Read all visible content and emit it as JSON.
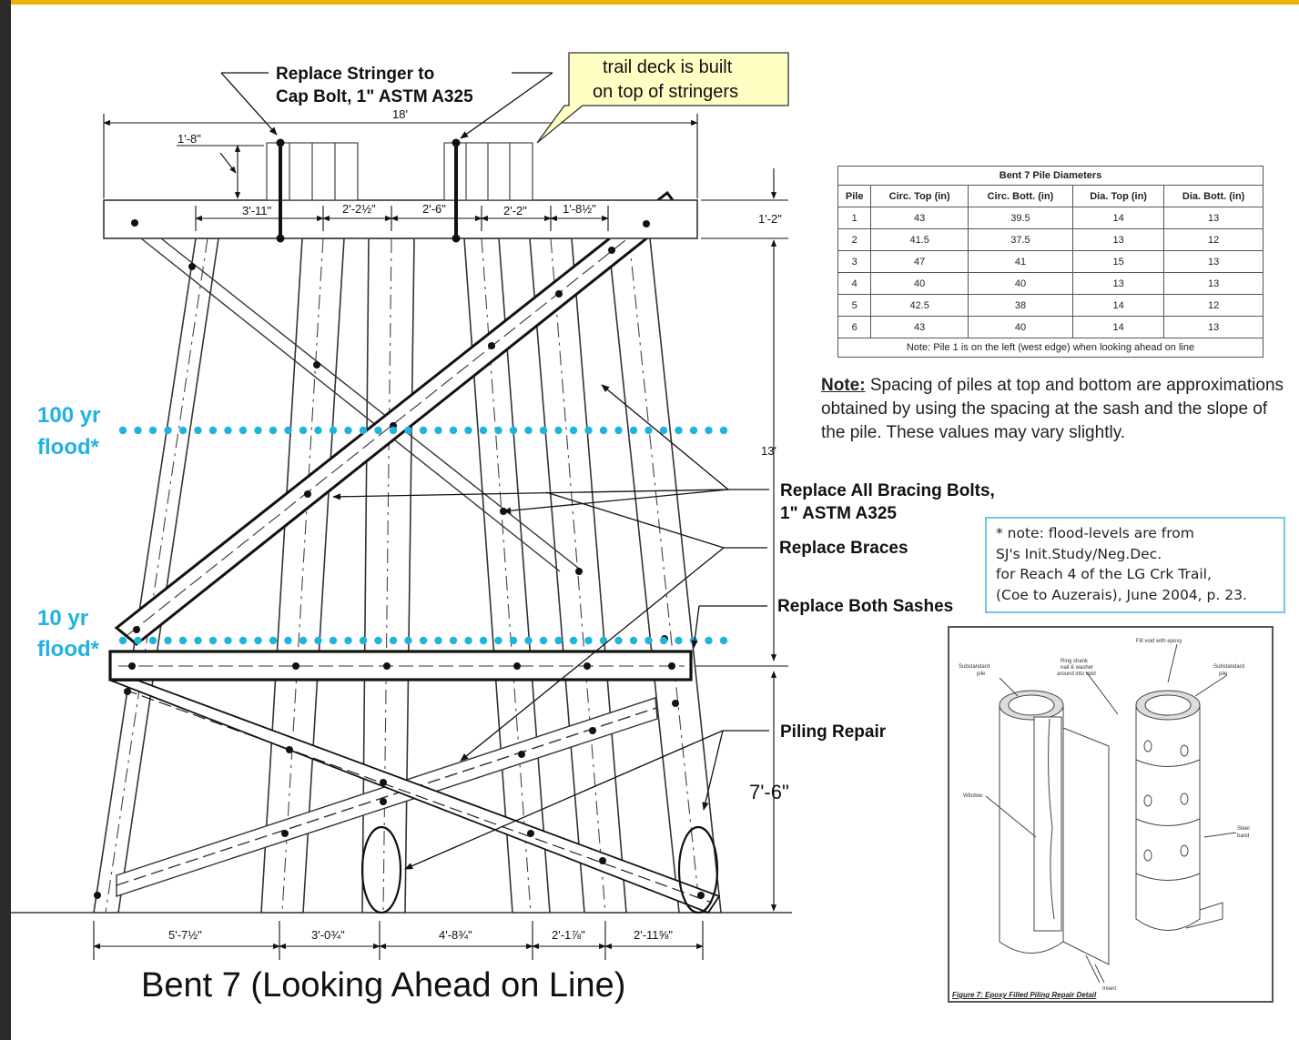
{
  "title": "Bent 7 (Looking Ahead on Line)",
  "callouts": {
    "replace_stringer": [
      "Replace Stringer to",
      "Cap Bolt, 1\" ASTM A325"
    ],
    "trail_deck": [
      "trail deck is built",
      "on top of stringers"
    ],
    "replace_bolts": [
      "Replace All Bracing Bolts,",
      "1\" ASTM A325"
    ],
    "replace_braces": "Replace Braces",
    "replace_sashes": "Replace Both Sashes",
    "piling_repair": "Piling Repair"
  },
  "flood_labels": {
    "hundred_year": [
      "100 yr",
      "flood*"
    ],
    "ten_year": [
      "10 yr",
      "flood*"
    ],
    "color": "#1fb3e0"
  },
  "dimensions": {
    "overall_width": "18'",
    "stringer_offset": "1'-8\"",
    "cap_depth": "1'-2\"",
    "height_upper": "13'",
    "height_lower": "7'-6\"",
    "top_spacings": [
      "3'-11\"",
      "2'-2½\"",
      "2'-6\"",
      "2'-2\"",
      "1'-8½\""
    ],
    "bottom_spacings": [
      "5'-7½\"",
      "3'-0¾\"",
      "4'-8¾\"",
      "2'-1⅞\"",
      "2'-11⅝\""
    ]
  },
  "pile_table": {
    "caption": "Bent 7 Pile Diameters",
    "headers": [
      "Pile",
      "Circ. Top (in)",
      "Circ. Bott. (in)",
      "Dia. Top (in)",
      "Dia. Bott. (in)"
    ],
    "rows": [
      [
        "1",
        "43",
        "39.5",
        "14",
        "13"
      ],
      [
        "2",
        "41.5",
        "37.5",
        "13",
        "12"
      ],
      [
        "3",
        "47",
        "41",
        "15",
        "13"
      ],
      [
        "4",
        "40",
        "40",
        "13",
        "13"
      ],
      [
        "5",
        "42.5",
        "38",
        "14",
        "12"
      ],
      [
        "6",
        "43",
        "40",
        "14",
        "13"
      ]
    ],
    "note": "Note: Pile 1 is on the left (west edge) when looking ahead on line"
  },
  "spacing_note": {
    "label": "Note:",
    "text": " Spacing of piles at top and bottom are approximations obtained by using the spacing at the sash and the slope of the pile. These values may vary slightly."
  },
  "flood_note": {
    "lines": [
      "* note: flood-levels are from",
      "SJ's Init.Study/Neg.Dec.",
      "for Reach 4 of the LG Crk Trail,",
      "(Coe to Auzerais), June 2004, p. 23."
    ]
  },
  "repair_figure": {
    "caption": "Figure 7: Epoxy Filled Piling Repair Detail",
    "labels": {
      "fill_void": "Fill void with epoxy",
      "substandard_left": [
        "Substandard",
        "pile"
      ],
      "ring_shank": [
        "Ring shank",
        "nail & washer",
        "around into void"
      ],
      "substandard_right": [
        "Substandard",
        "pile"
      ],
      "window": "Window",
      "steel_band": [
        "Steel",
        "band"
      ],
      "insert": "Insert"
    }
  }
}
